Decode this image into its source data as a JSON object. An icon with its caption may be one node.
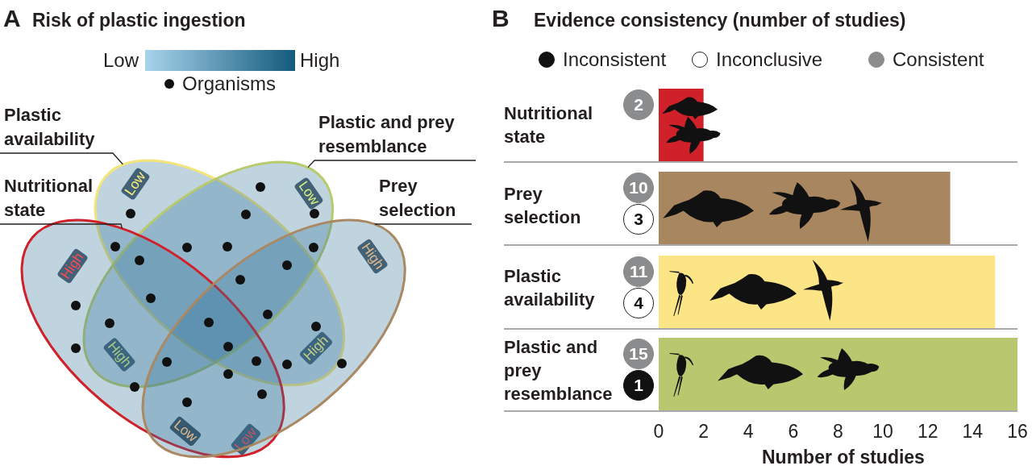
{
  "diagram": {
    "title": "Risk of plastic ingestion",
    "nodes": [
      {
        "text": [
          "Plastic availability"
        ]
      },
      {
        "text": [
          "Plastic and prey resemblance"
        ]
      },
      {
        "text": [
          "Nutritional state"
        ]
      },
      {
        "text": [
          "Prey selection"
        ]
      },
      {
        "text": [
          "Low",
          "High"
        ]
      },
      {
        "text": [
          "Low",
          "High"
        ]
      },
      {
        "text": [
          "High",
          "Low"
        ]
      },
      {
        "text": [
          "High",
          "Low"
        ]
      }
    ],
    "edges": [
      {
        "from": 0,
        "to": 4,
        "arrow": "none"
      },
      {
        "from": 1,
        "to": 5,
        "arrow": "none"
      },
      {
        "from": 2,
        "to": 6,
        "arrow": "none"
      },
      {
        "from": 3,
        "to": 7,
        "arrow": "none"
      }
    ],
    "labels": [
      "A",
      "B",
      "2",
      "10",
      "3",
      "11",
      "4",
      "15",
      "1"
    ],
    "legend": [
      {
        "text": "Low",
        "color": "#a8d4ec"
      },
      {
        "text": "High",
        "color": "#135a7c"
      },
      {
        "text": "Organisms"
      },
      {
        "text": "Inconsistent",
        "color": "#111111"
      },
      {
        "text": "Inconclusive",
        "color": "#ffffff"
      },
      {
        "text": "Consistent",
        "color": "#8a8c8e"
      }
    ],
    "chart_data": {
      "type": "bar",
      "orientation": "horizontal",
      "title": "Evidence consistency (number of studies)",
      "xlabel": "Number of studies",
      "categories": [
        "Nutritional state",
        "Prey selection",
        "Plastic availability",
        "Plastic and prey resemblance"
      ],
      "values": [
        2,
        13,
        15,
        16
      ],
      "xlim": [
        0,
        16
      ],
      "xticks": [
        0,
        2,
        4,
        6,
        8,
        10,
        12,
        14,
        16
      ]
    }
  }
}
